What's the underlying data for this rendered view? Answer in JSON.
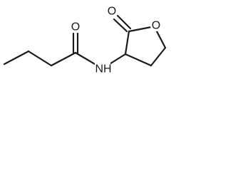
{
  "molecule": {
    "atoms": [
      {
        "id": "carbonyl-oxygen-amide",
        "label": "O"
      },
      {
        "id": "amide-nitrogen",
        "label": "NH"
      },
      {
        "id": "lactone-carbonyl-oxygen",
        "label": "O"
      },
      {
        "id": "ring-oxygen",
        "label": "O"
      }
    ],
    "colors": {
      "bond": "#1a1a1a",
      "text": "#1a1a1a",
      "background": "#ffffff"
    }
  }
}
